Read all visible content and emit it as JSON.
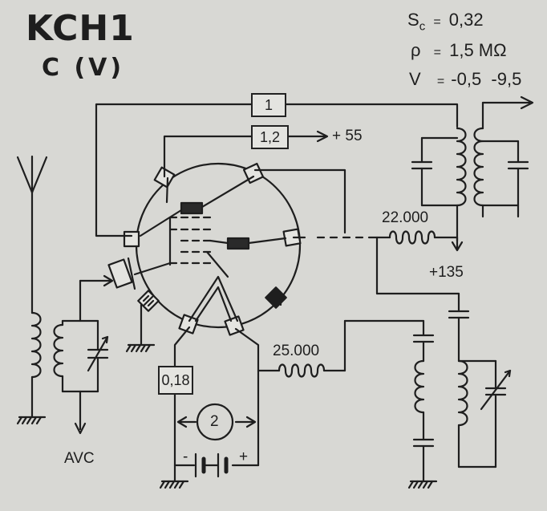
{
  "header": {
    "tube_name": "KCH1",
    "variant": "C (V)"
  },
  "specs": {
    "sc": {
      "symbol": "S",
      "sub": "c",
      "eq": "=",
      "value": "0,32"
    },
    "rho": {
      "symbol": "ρ",
      "eq": "=",
      "value": "1,5 MΩ"
    },
    "bias": {
      "symbol": "V",
      "eq": "=",
      "value": "-0,5  -9,5"
    }
  },
  "labels": {
    "box_anode_feedback": "1",
    "box_screen": "1,2",
    "screen_voltage": "+ 55",
    "resistor_anode": "22.000",
    "anode_voltage": "+135",
    "resistor_grid": "25.000",
    "box_filament": "0,18",
    "battery_number": "2",
    "battery_minus": "-",
    "battery_plus": "+",
    "avc": "AVC"
  },
  "colors": {
    "background": "#d8d8d4",
    "ink": "#1e1e1e",
    "box_fill": "#e4e4e0"
  }
}
